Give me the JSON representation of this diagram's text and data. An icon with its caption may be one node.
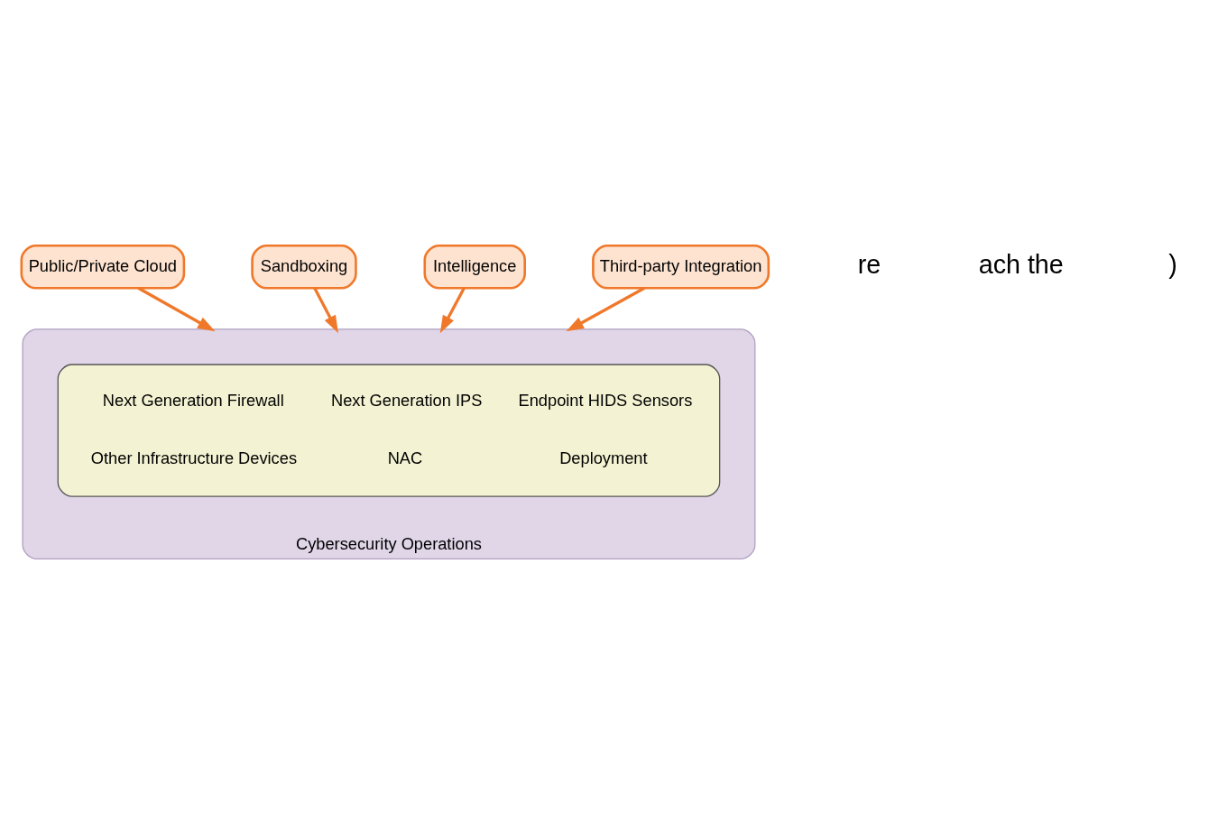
{
  "diagram": {
    "nodes": [
      {
        "text": [
          "Cybersecurity Operations"
        ]
      },
      {
        "text": [
          "Next Generation Firewall",
          "Next Generation IPS",
          "Endpoint HIDS Sensors",
          "Other Infrastructure Devices",
          "NAC",
          "Deployment"
        ],
        "in": 0
      },
      {
        "text": [
          "Public/Private Cloud"
        ]
      },
      {
        "text": [
          "Sandboxing"
        ]
      },
      {
        "text": [
          "Intelligence"
        ]
      },
      {
        "text": [
          "Third-party Integration"
        ]
      }
    ],
    "edges": [
      {
        "from": 2,
        "to": 0,
        "arrow": "to"
      },
      {
        "from": 3,
        "to": 0,
        "arrow": "to"
      },
      {
        "from": 4,
        "to": 0,
        "arrow": "to"
      },
      {
        "from": 5,
        "to": 0,
        "arrow": "to"
      }
    ],
    "labels": [
      "re",
      "ach the",
      ")"
    ]
  }
}
